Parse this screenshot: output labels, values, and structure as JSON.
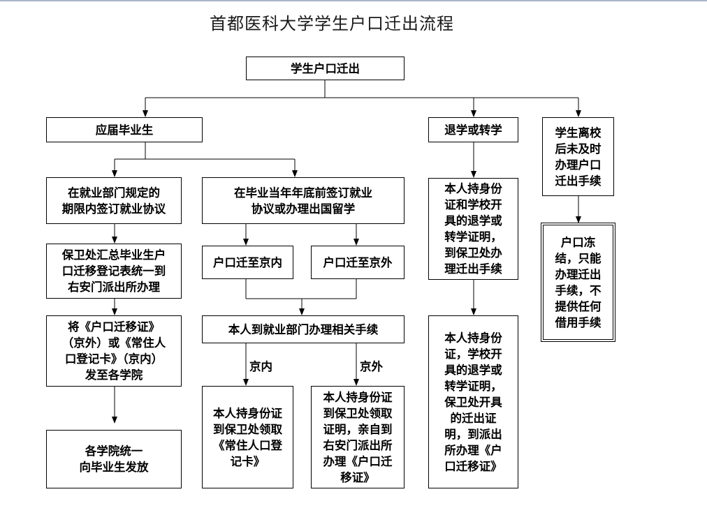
{
  "title": "首都医科大学学生户口迁出流程",
  "nodes": {
    "root": "学生户口迁出",
    "graduates": "应届毕业生",
    "withdraw_transfer": "退学或转学",
    "leave_school": "学生离校\n后未及时\n办理户口\n迁出手续",
    "sign_within_period": "在就业部门规定的\n期限内签订就业协议",
    "sign_before_year_end": "在毕业当年年底前签订就业\n协议或办理出国留学",
    "withdraw_step1": "本人持身份\n证和学校开\n具的退学或\n转学证明，\n到保卫处办\n理迁出手续",
    "frozen": "户口冻\n结，只能\n办理迁出\n手续，不\n提供任何\n借用手续",
    "security_summary": "保卫处汇总毕业生户\n口迁移登记表统一到\n右安门派出所办理",
    "move_beijing": "户口迁至京内",
    "move_outside": "户口迁至京外",
    "send_cards": "将《户口迁移证》\n（京外）或《常住人\n口登记卡》（京内）\n发至各学院",
    "employment_dept": "本人到就业部门办理相关手续",
    "withdraw_step2": "本人持身份\n证，学校开\n具的退学或\n转学证明，\n保卫处开具\n的迁出证\n明，到派出\n所办理《户\n口迁移证》",
    "colleges_issue": "各学院统一\n向毕业生发放",
    "collect_card": "本人持身份证\n到保卫处领取\n《常住人口登\n记卡》",
    "collect_cert": "本人持身份证\n到保卫处领取\n证明，亲自到\n右安门派出所\n办理《户口迁\n移证》"
  },
  "edge_labels": {
    "beijing": "京内",
    "outside": "京外"
  }
}
